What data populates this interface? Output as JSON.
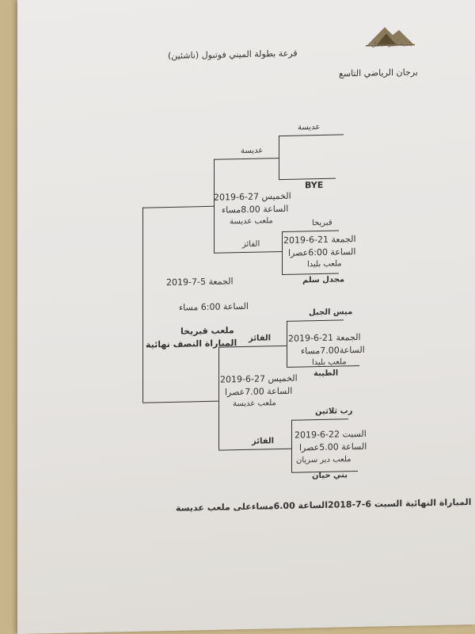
{
  "header": {
    "logo_text": "بلدية جبل عامل",
    "title": "قرعة بطولة الميني فوتبول (ناشئين)",
    "subtitle": "برجان الرياضي التاسع"
  },
  "bracket": {
    "top_semi": {
      "team1": "عديسة",
      "team2": "BYE",
      "winner1": "عديسة",
      "date": "الخميس 27-6-2019",
      "time": "الساعة 8.00مساء",
      "venue": "ملعب عديسة",
      "winner_label": "الفائز",
      "qf": {
        "team1": "قبريخا",
        "team2": "مجدل سلم",
        "date": "الجمعة 21-6-2019",
        "time": "الساعة 6:00عصرا",
        "venue": "ملعب بليدا"
      }
    },
    "final_info": {
      "date": "الجمعة 5-7-2019",
      "time": "الساعة 6:00 مساء",
      "venue": "ملعب قبريخا",
      "stage": "المباراة النصف نهائية"
    },
    "bottom_semi": {
      "winner_label_top": "الفائز",
      "date": "الخميس 27-6-2019",
      "time": "الساعة 7.00عصرا",
      "venue": "ملعب عديسة",
      "winner_label_bottom": "الفائز",
      "qf1": {
        "team1": "ميس الجبل",
        "team2": "الطيبة",
        "date": "الجمعة 21-6-2019",
        "time": "الساعة7.00مساء",
        "venue": "ملعب بليدا"
      },
      "qf2": {
        "team1": "رب ثلاثين",
        "team2": "بني حيان",
        "date": "السبت 22-6-2019",
        "time": "الساعة 5.00عصرا",
        "venue": "ملعب دير سريان"
      }
    }
  },
  "footer": {
    "final_note": "المباراة النهائية السبت 6-7-2018الساعة 6.00مساءعلى ملعب عديسة"
  }
}
